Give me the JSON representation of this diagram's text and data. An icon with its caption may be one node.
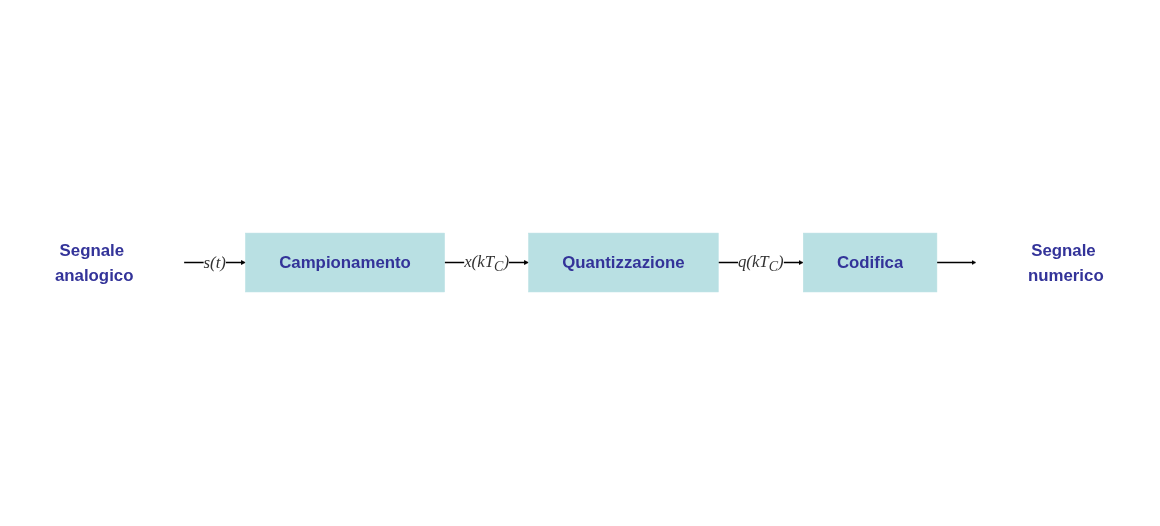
{
  "diagram": {
    "nodes": [
      {
        "text": [
          "Segnale analogico"
        ]
      },
      {
        "text": [
          "Campionamento"
        ]
      },
      {
        "text": [
          "Quantizzazione"
        ]
      },
      {
        "text": [
          "Codifica"
        ]
      },
      {
        "text": [
          "Segnale numerico"
        ]
      }
    ],
    "edges": [
      {
        "from": 0,
        "to": 1,
        "arrow": "to",
        "label": "s(t)"
      },
      {
        "from": 1,
        "to": 2,
        "arrow": "to",
        "label": "x(kT$_{C}$)"
      },
      {
        "from": 2,
        "to": 3,
        "arrow": "to",
        "label": "q(kT$_{C}$)"
      },
      {
        "from": 3,
        "to": 4,
        "arrow": "to"
      }
    ]
  }
}
